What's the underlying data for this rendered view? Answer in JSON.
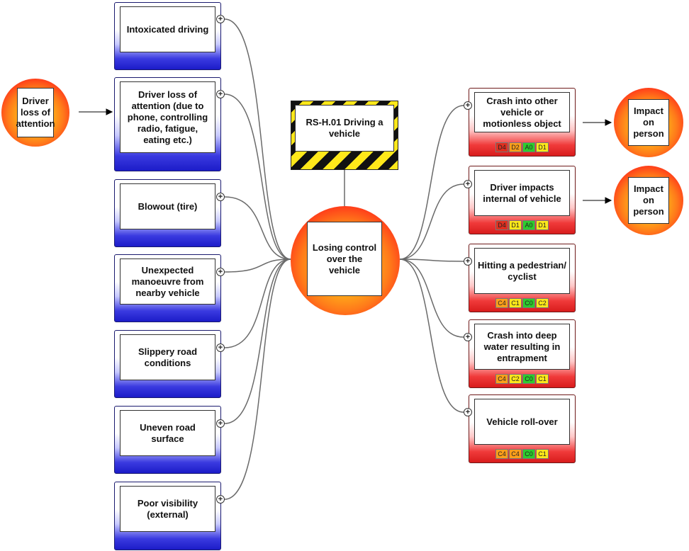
{
  "central_event": {
    "label": "Losing control over the vehicle"
  },
  "hazard": {
    "label": "RS-H.01 Driving a vehicle"
  },
  "threats": [
    {
      "label": "Intoxicated driving"
    },
    {
      "label": "Driver loss of attention (due to phone, controlling radio, fatigue, eating etc.)"
    },
    {
      "label": "Blowout (tire)"
    },
    {
      "label": "Unexpected manoeuvre from nearby vehicle"
    },
    {
      "label": "Slippery road conditions"
    },
    {
      "label": "Uneven road surface"
    },
    {
      "label": "Poor visibility (external)"
    }
  ],
  "cause": {
    "label": "Driver loss of attention"
  },
  "consequences": [
    {
      "label": "Crash into other vehicle or motionless object",
      "risks": [
        "D4",
        "D2",
        "A0",
        "D1"
      ]
    },
    {
      "label": "Driver impacts internal of vehicle",
      "risks": [
        "D4",
        "D1",
        "A0",
        "D1"
      ]
    },
    {
      "label": "Hitting a pedestrian/ cyclist",
      "risks": [
        "C4",
        "C1",
        "C0",
        "C2"
      ]
    },
    {
      "label": "Crash into deep water resulting in entrapment",
      "risks": [
        "C4",
        "C2",
        "C0",
        "C1"
      ]
    },
    {
      "label": "Vehicle roll-over",
      "risks": [
        "C4",
        "C4",
        "C0",
        "C1"
      ]
    }
  ],
  "impacts": [
    {
      "label": "Impact on person"
    },
    {
      "label": "Impact on person"
    }
  ],
  "expand_symbol": "+",
  "colors": {
    "risk_level_4": "#e03020",
    "risk_level_2": "#ff9f1a",
    "risk_level_1": "#ffe81a",
    "risk_level_0": "#2ecc2e"
  }
}
